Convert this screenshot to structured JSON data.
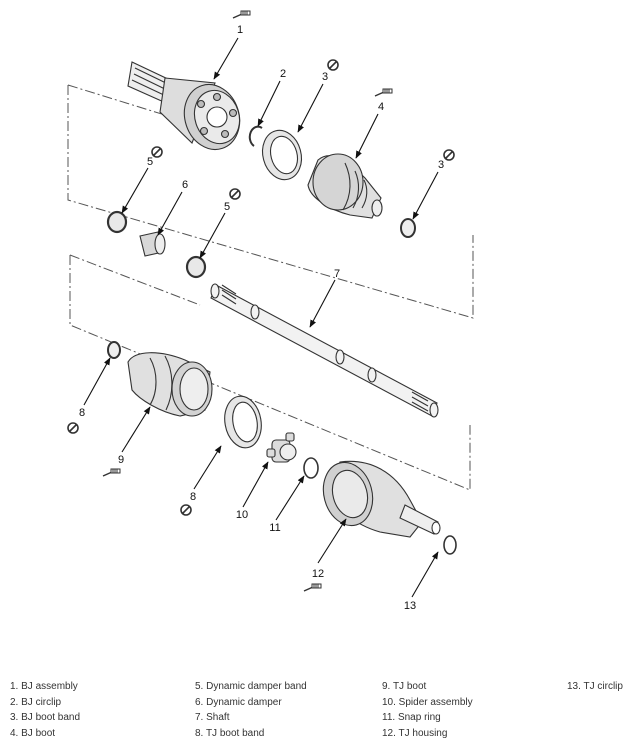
{
  "callouts": [
    "1",
    "2",
    "3",
    "4",
    "5",
    "6",
    "5",
    "7",
    "3",
    "8",
    "9",
    "8",
    "10",
    "11",
    "12",
    "13"
  ],
  "legend": {
    "columns": [
      [
        "1. BJ assembly",
        "2. BJ circlip",
        "3. BJ boot band",
        "4. BJ boot"
      ],
      [
        "5. Dynamic damper band",
        "6. Dynamic damper",
        "7. Shaft",
        "8. TJ boot band"
      ],
      [
        "9. TJ boot",
        "10. Spider assembly",
        "11. Snap ring",
        "12. TJ housing"
      ],
      [
        "13. TJ circlip"
      ]
    ]
  },
  "icons": [
    "grease-icon",
    "do-not-reuse-icon"
  ]
}
